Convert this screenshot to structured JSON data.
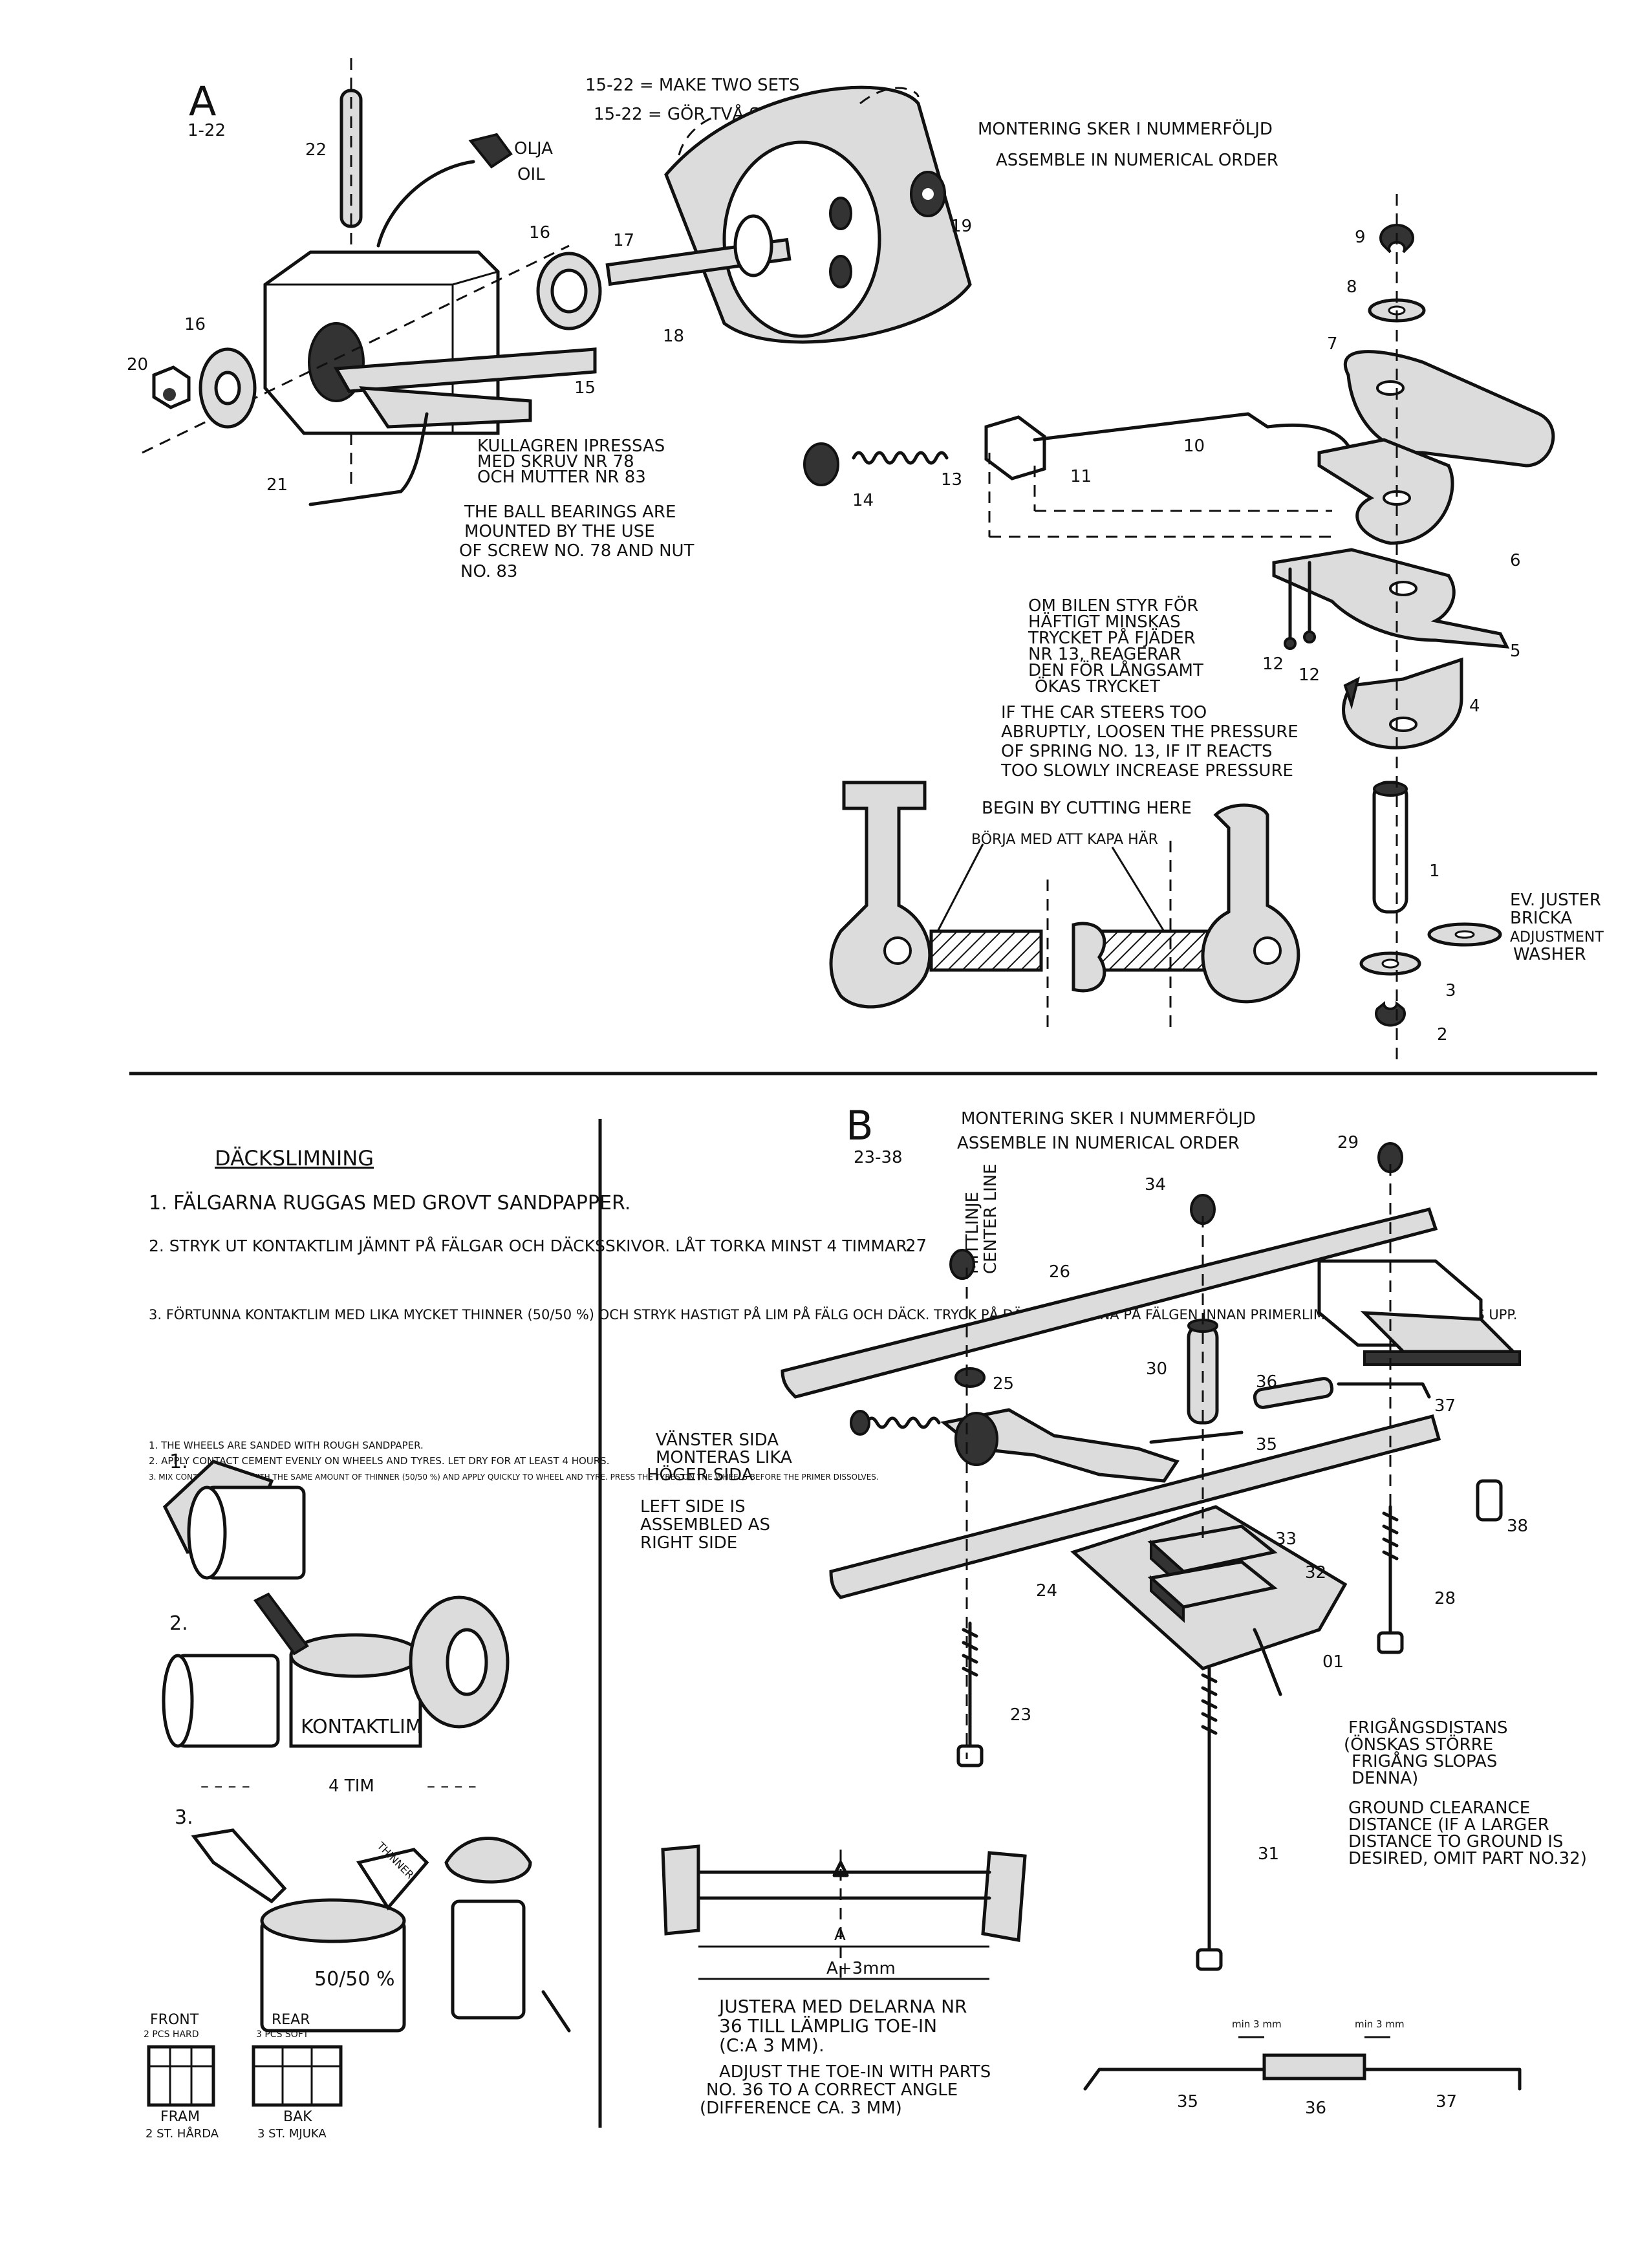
{
  "section_a": {
    "letter": "A",
    "range": "1-22",
    "make_two_sets_en": "15-22 = MAKE TWO SETS",
    "make_two_sets_sv": "15-22 = GÖR TVÅ SET",
    "order_sv": "MONTERING SKER I NUMMERFÖLJD",
    "order_en": "ASSEMBLE IN NUMERICAL ORDER",
    "oil_sv": "OLJA",
    "oil_en": "OIL",
    "bearing_note_sv": [
      "KULLAGREN IPRESSAS",
      "MED SKRUV NR 78",
      "OCH MUTTER NR 83"
    ],
    "bearing_note_en": [
      "THE BALL BEARINGS ARE",
      "MOUNTED BY THE USE",
      "OF SCREW NO. 78 AND NUT",
      "NO. 83"
    ],
    "steer_note_sv": [
      "OM BILEN STYR FÖR",
      "HÄFTIGT MINSKAS",
      "TRYCKET PÅ FJÄDER",
      "NR 13, REAGERAR",
      "DEN FÖR LÅNGSAMT",
      "ÖKAS TRYCKET"
    ],
    "steer_note_en": [
      "IF THE CAR STEERS TOO",
      "ABRUPTLY, LOOSEN THE PRESSURE",
      "OF SPRING NO. 13, IF IT REACTS",
      "TOO SLOWLY INCREASE PRESSURE"
    ],
    "cut_en": "BEGIN BY CUTTING HERE",
    "cut_sv": "BÖRJA MED ATT KAPA HÄR",
    "washer_sv": [
      "EV. JUSTER",
      "BRICKA"
    ],
    "washer_en": [
      "ADJUSTMENT",
      "WASHER"
    ],
    "part_numbers": [
      "22",
      "16",
      "17",
      "18",
      "19",
      "16",
      "20",
      "15",
      "21",
      "9",
      "8",
      "7",
      "10",
      "11",
      "13",
      "14",
      "6",
      "12",
      "12",
      "5",
      "4",
      "1",
      "3",
      "2"
    ]
  },
  "tyre_gluing": {
    "title": "DÄCKSLIMNING",
    "steps_sv": [
      "1. FÄLGARNA RUGGAS MED GROVT SANDPAPPER.",
      "2. STRYK UT KONTAKTLIM JÄMNT PÅ FÄLGAR OCH DÄCKSSKIVOR. LÅT TORKA MINST 4 TIMMAR.",
      "3. FÖRTUNNA KONTAKTLIM MED LIKA MYCKET THINNER (50/50 %) OCH STRYK HASTIGT PÅ LIM PÅ FÄLG OCH DÄCK. TRYCK PÅ DÄCKSSKIVORNA PÅ FÄLGEN INNAN PRIMERLIMNINGEN HUNNIT LÖSAS UPP."
    ],
    "steps_en": [
      "1. THE WHEELS ARE SANDED WITH ROUGH SANDPAPER.",
      "2. APPLY CONTACT CEMENT EVENLY ON WHEELS AND TYRES. LET DRY FOR AT LEAST 4 HOURS.",
      "3. MIX CONTACT CEMENT WITH THE SAME AMOUNT OF THINNER (50/50 %) AND APPLY QUICKLY TO WHEEL AND TYRE. PRESS THE TYRES ON THE WHEELS BEFORE THE PRIMER DISSOLVES."
    ],
    "fig_numbers": [
      "1.",
      "2.",
      "3."
    ],
    "can_label": "KONTAKTLIM",
    "divider_label": "4 TIM",
    "thinner_label": "THINNER",
    "mix_label": "50/50 %",
    "front_en": [
      "FRONT",
      "2 PCS HARD"
    ],
    "rear_en": [
      "REAR",
      "3 PCS SOFT"
    ],
    "front_sv": [
      "FRAM",
      "2 ST. HÅRDA"
    ],
    "rear_sv": [
      "BAK",
      "3 ST. MJUKA"
    ]
  },
  "section_b": {
    "letter": "B",
    "range": "23-38",
    "order_sv": "MONTERING SKER I NUMMERFÖLJD",
    "order_en": "ASSEMBLE IN NUMERICAL ORDER",
    "center_line_sv": "MITTLINJE",
    "center_line_en": "CENTER LINE",
    "left_side_sv": [
      "VÄNSTER SIDA",
      "MONTERAS LIKA",
      "HÖGER SIDA"
    ],
    "left_side_en": [
      "LEFT SIDE IS",
      "ASSEMBLED AS",
      "RIGHT SIDE"
    ],
    "clearance_sv": [
      "FRIGÅNGSDISTANS",
      "(ÖNSKAS STÖRRE",
      "FRIGÅNG SLOPAS",
      "DENNA)"
    ],
    "clearance_en": [
      "GROUND CLEARANCE",
      "DISTANCE (IF A LARGER",
      "DISTANCE TO GROUND IS",
      "DESIRED, OMIT PART NO.32)"
    ],
    "toe_sv": [
      "JUSTERA MED DELARNA NR",
      "36 TILL LÄMPLIG TOE-IN",
      "(C:A 3 MM)."
    ],
    "toe_en": [
      "ADJUST THE TOE-IN WITH PARTS",
      "NO. 36 TO A CORRECT ANGLE",
      "(DIFFERENCE CA. 3 MM)"
    ],
    "dim_a": "A",
    "dim_a3": "A+3mm",
    "min3_left": "min 3 mm",
    "min3_right": "min 3 mm",
    "part_numbers": [
      "29",
      "34",
      "27",
      "26",
      "25",
      "30",
      "36",
      "37",
      "35",
      "33",
      "32",
      "38",
      "24",
      "28",
      "01",
      "23",
      "31",
      "35",
      "36",
      "37"
    ]
  }
}
